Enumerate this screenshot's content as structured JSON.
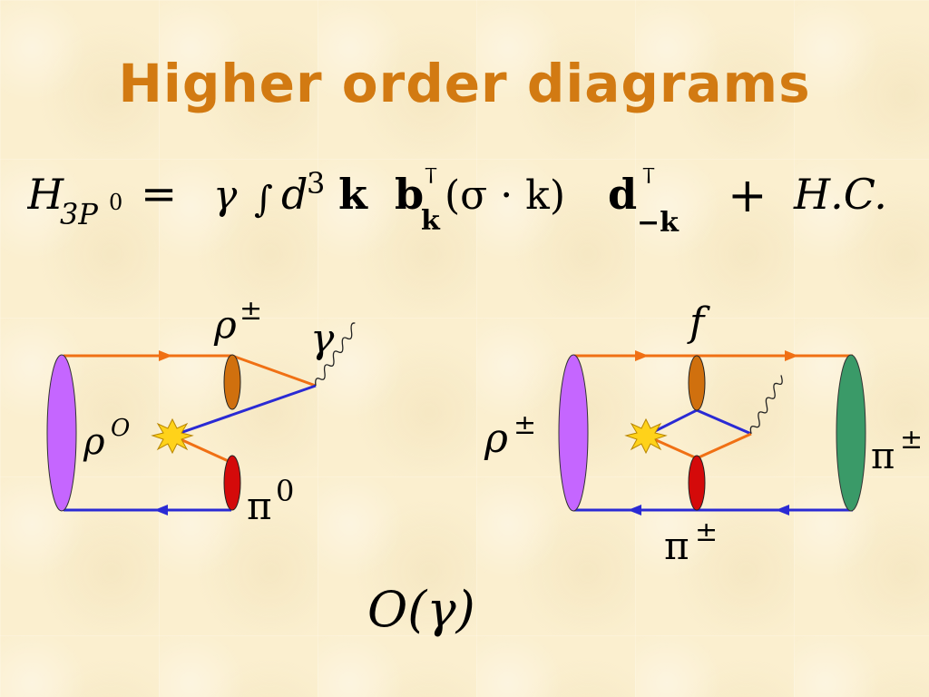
{
  "title": "Higher order diagrams",
  "formula": {
    "H": "H",
    "H_sub": "3P",
    "H_sub_sup": "0",
    "eq": "=",
    "gamma": "γ",
    "integral": "∫",
    "d": "d",
    "d_sup": "3",
    "k": "k",
    "b": "b",
    "b_sup": "†",
    "b_sub": "k",
    "paren": "(σ · k)",
    "dd": "d",
    "d_sup2": "†",
    "d_sub": "−k",
    "plus": "+",
    "hc": "H.C."
  },
  "diagram_left": {
    "meson_in": "ρ",
    "meson_in_sup": "O",
    "meson_out1": "ρ",
    "meson_out1_sup": "±",
    "photon": "γ",
    "meson_out2": "π",
    "meson_out2_sup": "0"
  },
  "diagram_right": {
    "meson_in": "ρ",
    "meson_in_sup": "±",
    "intermediate": "f",
    "meson_out": "π",
    "meson_out_sup": "±",
    "exchanged": "π",
    "exchanged_sup": "±"
  },
  "order_label": "O(γ)",
  "colors": {
    "title": "#d27a12",
    "quark_line": "#f07014",
    "antiquark_line": "#2a2ad4",
    "purple_meson": "#c566ff",
    "green_meson": "#3a9a68",
    "orange_blob": "#d0700e",
    "red_blob": "#d40a0a",
    "vertex_star": "#ffd21a"
  }
}
